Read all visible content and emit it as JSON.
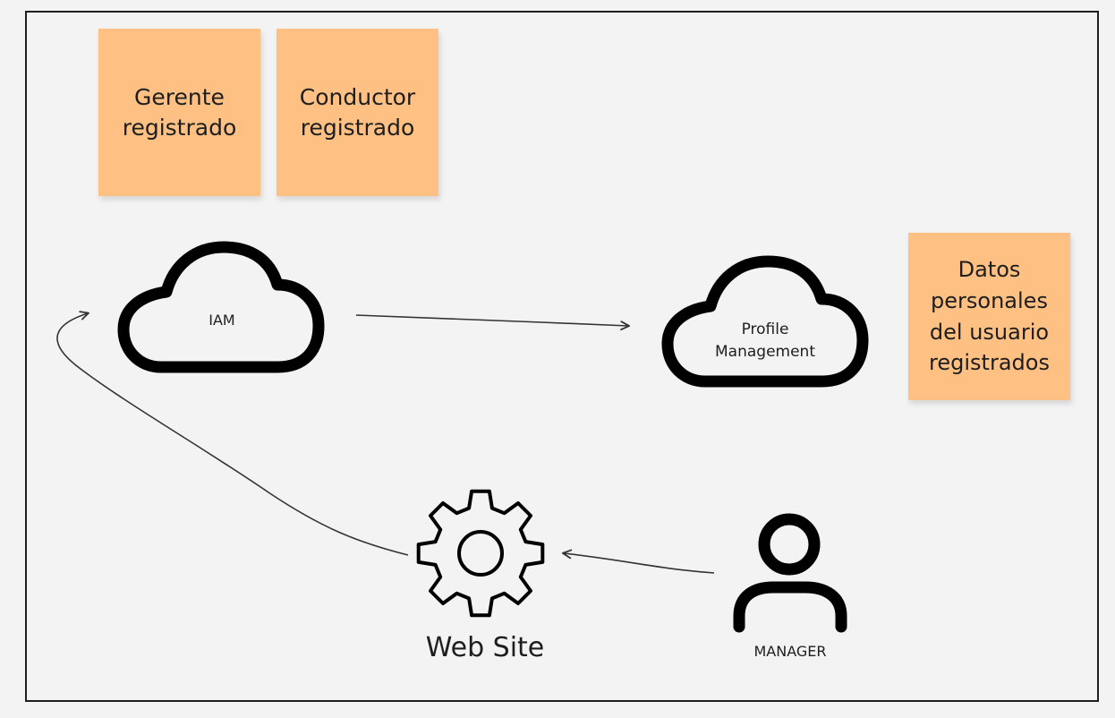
{
  "notes": {
    "gerente": [
      "Gerente",
      "registrado"
    ],
    "conductor": [
      "Conductor",
      "registrado"
    ],
    "datos": [
      "Datos",
      "personales",
      "del usuario",
      "registrados"
    ]
  },
  "nodes": {
    "iam": "IAM",
    "profile": [
      "Profile",
      "Management"
    ],
    "website": "Web Site",
    "manager": "MANAGER"
  },
  "colors": {
    "sticky": "#ffc084",
    "stroke": "#000000",
    "frame": "#1e1e1e",
    "background": "#f3f3f3"
  }
}
